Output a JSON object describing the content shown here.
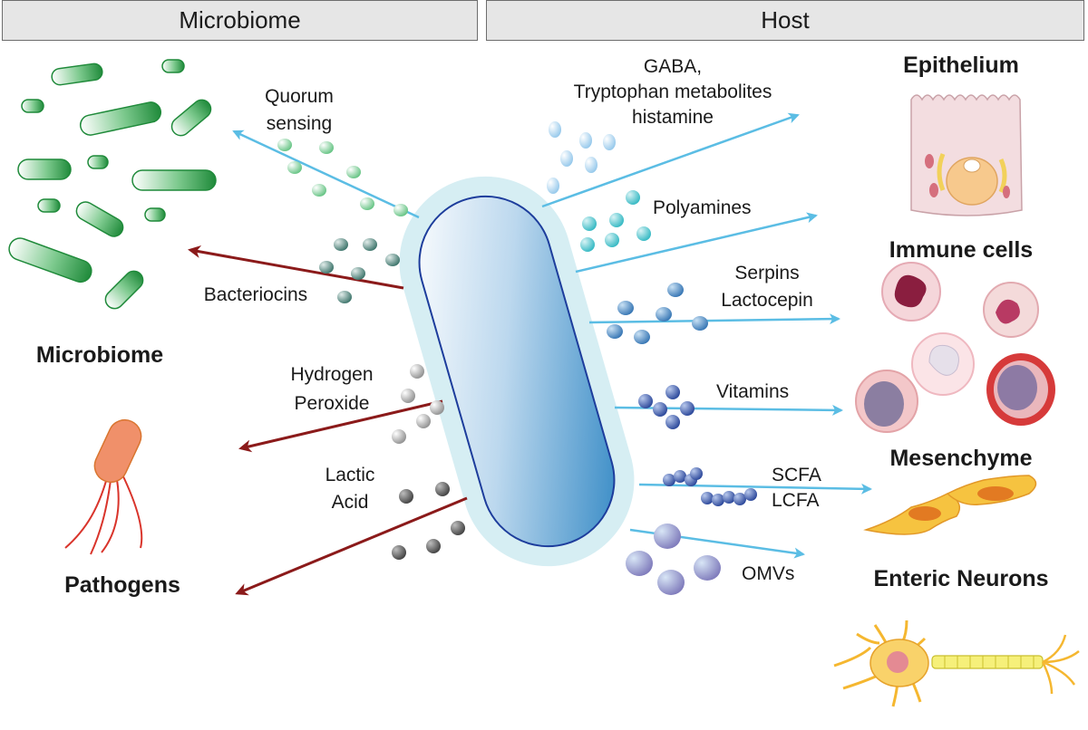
{
  "headers": {
    "microbiome": "Microbiome",
    "host": "Host"
  },
  "left_targets": {
    "microbiome": "Microbiome",
    "pathogens": "Pathogens"
  },
  "left_factors": {
    "quorum_1": "Quorum",
    "quorum_2": "sensing",
    "bacteriocins": "Bacteriocins",
    "h2o2_1": "Hydrogen",
    "h2o2_2": "Peroxide",
    "lactic_1": "Lactic",
    "lactic_2": "Acid"
  },
  "right_factors": {
    "gaba_1": "GABA,",
    "gaba_2": "Tryptophan metabolites",
    "gaba_3": "histamine",
    "polyamines": "Polyamines",
    "serpins_1": "Serpins",
    "serpins_2": "Lactocepin",
    "vitamins": "Vitamins",
    "scfa": "SCFA",
    "lcfa": "LCFA",
    "omvs": "OMVs"
  },
  "host_targets": {
    "epithelium": "Epithelium",
    "immune": "Immune cells",
    "mesenchyme": "Mesenchyme",
    "neurons": "Enteric Neurons"
  },
  "colors": {
    "arrow_blue": "#5bbde4",
    "arrow_red": "#8b1a1a",
    "bacteria_green": "#2e9b45",
    "pathogen_orange": "#f0906a",
    "probiotic_blue": "#3f86c2"
  }
}
